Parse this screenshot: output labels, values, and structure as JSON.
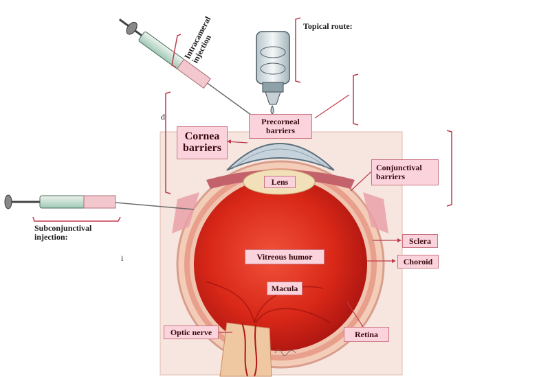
{
  "labels": {
    "topical_route": "Topical route:",
    "intracameral_injection": "Intracameral injection",
    "precorneal_barriers": "Precorneal barriers",
    "cornea_barriers": "Cornea barriers",
    "conjunctival_barriers": "Conjunctival barriers",
    "lens": "Lens",
    "subconjunctival_injection": "Subconjunctival injection:",
    "sclera": "Sclera",
    "choroid": "Choroid",
    "vitreous_humor": "Vitreous humor",
    "macula": "Macula",
    "optic_nerve": "Optic nerve",
    "retina": "Retina"
  },
  "fragments": {
    "left_fragment_1": "d",
    "left_fragment_2": "i"
  },
  "colors": {
    "label_fill": "#fbd3dc",
    "label_border": "#c9737f",
    "bracket": "#c0394b",
    "vitreous": "#d8281a",
    "sclera": "#f3cdb8",
    "background_panel": "#f5e3dc"
  }
}
